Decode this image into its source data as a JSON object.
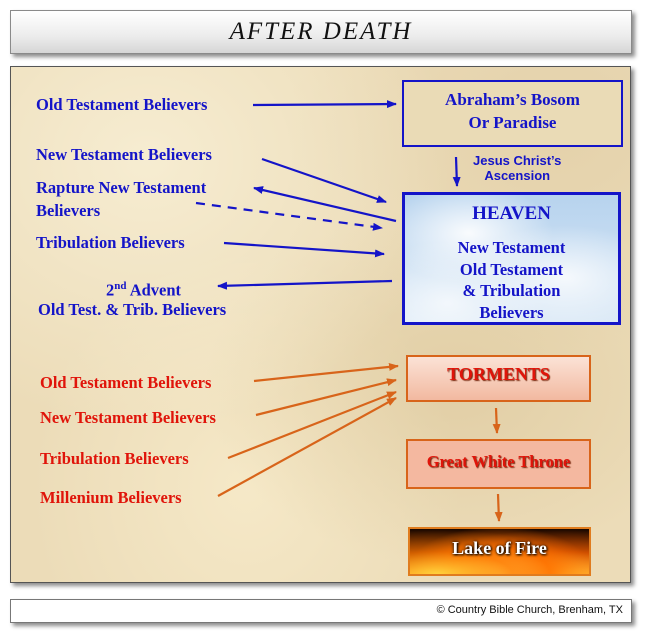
{
  "title": "AFTER DEATH",
  "footer": "© Country Bible Church, Brenham, TX",
  "left_blue": {
    "old_testament": "Old Testament Believers",
    "new_testament": "New Testament Believers",
    "rapture_line1": "Rapture New Testament",
    "rapture_line2": "Believers",
    "tribulation": "Tribulation Believers",
    "advent_num": "2",
    "advent_sup": "nd",
    "advent_word": "Advent",
    "advent_line2": "Old Test. & Trib. Believers"
  },
  "left_red": {
    "old_testament": "Old Testament Believers",
    "new_testament": "New Testament Believers",
    "tribulation": "Tribulation Believers",
    "millenium": "Millenium Believers"
  },
  "abrahams_bosom": {
    "line1": "Abraham’s Bosom",
    "line2": "Or Paradise"
  },
  "ascension": {
    "line1": "Jesus Christ’s",
    "line2": "Ascension"
  },
  "heaven": {
    "title": "HEAVEN",
    "line1": "New Testament",
    "line2": "Old Testament",
    "line3": "& Tribulation",
    "line4": "Believers"
  },
  "torments": "TORMENTS",
  "great_white_throne": "Great White Throne",
  "lake_of_fire": "Lake of Fire",
  "colors": {
    "blue": "#1414c8",
    "red": "#e0140a",
    "orange_arrow": "#d8641a",
    "parchment": "#ecdcb8"
  }
}
